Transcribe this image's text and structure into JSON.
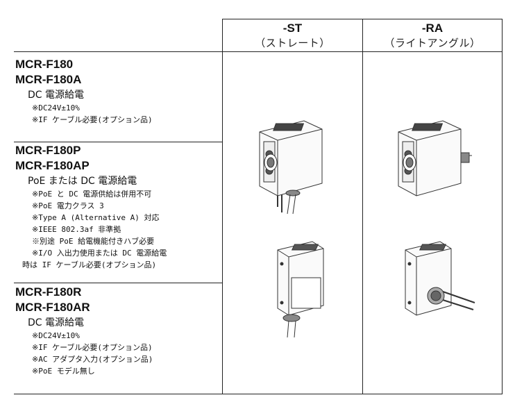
{
  "columns": [
    {
      "code": "-ST",
      "label": "（ストレート）"
    },
    {
      "code": "-RA",
      "label": "（ライトアングル）"
    }
  ],
  "rows": [
    {
      "models": [
        "MCR-F180",
        "MCR-F180A"
      ],
      "power": "DC 電源給電",
      "notes": [
        "※DC24V±10%",
        "※IF ケーブル必要(オプション品)"
      ]
    },
    {
      "models": [
        "MCR-F180P",
        "MCR-F180AP"
      ],
      "power": "PoE または DC 電源給電",
      "notes": [
        "※PoE と DC 電源供給は併用不可",
        "※PoE 電力クラス 3",
        "※Type A (Alternative A) 対応",
        "※IEEE 802.3af 非準拠",
        "※別途 PoE 給電機能付きハブ必要",
        "※I/O 入出力使用または DC 電源給電",
        "時は IF ケーブル必要(オプション品)"
      ]
    },
    {
      "models": [
        "MCR-F180R",
        "MCR-F180AR"
      ],
      "power": "DC 電源給電",
      "notes": [
        "※DC24V±10%",
        "※IF ケーブル必要(オプション品)",
        "※AC アダプタ入力(オプション品)",
        "※PoE モデル無し"
      ]
    }
  ],
  "images": [
    {
      "icon": "reader-front-straight-icon"
    },
    {
      "icon": "reader-front-rightangle-icon"
    },
    {
      "icon": "reader-back-straight-icon"
    },
    {
      "icon": "reader-back-rightangle-icon"
    }
  ]
}
